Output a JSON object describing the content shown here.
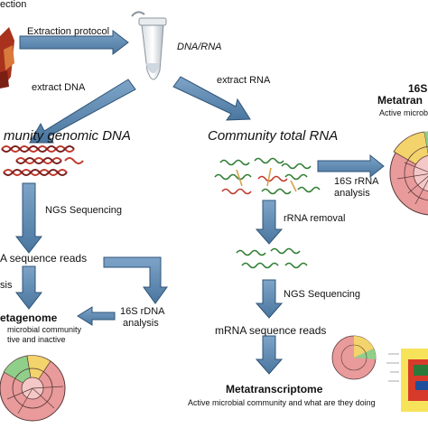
{
  "labels": {
    "collection_partial": "ection",
    "extraction_protocol": "Extraction protocol",
    "dna_rna": "DNA/RNA",
    "extract_dna": "extract DNA",
    "extract_rna": "extract RNA",
    "community_genomic_dna": "munity genomic DNA",
    "community_total_rna": "Community total RNA",
    "rrna_16s_line1": "16S rRNA",
    "rrna_16s_line2": "analysis",
    "ngs_sequencing_left": "NGS Sequencing",
    "rrna_removal": "rRNA removal",
    "ngs_sequencing_right": "NGS Sequencing",
    "dna_sequence_reads": "A sequence reads",
    "analysis_partial_left": "sis",
    "rdna_16s_line1": "16S rDNA",
    "rdna_16s_line2": "analysis",
    "mrna_sequence_reads": "mRNA sequence reads",
    "metagenome_title": "etagenome",
    "metagenome_desc_line1": "microbial community",
    "metagenome_desc_line2": "tive and inactive",
    "metatranscriptome_title": "Metatranscriptome",
    "metatranscriptome_desc": "Active microbial community and what are they doing",
    "right_title_line1": "16S",
    "right_title_line2": "Metatran",
    "right_desc": "Active microbi"
  },
  "colors": {
    "arrow_fill": "#5b86b0",
    "arrow_stroke": "#2f5478",
    "dna_red": "#c0392b",
    "rna_green": "#2e7d32",
    "pie_pink": "#e99a9a",
    "pie_dark": "#5a3a3a"
  }
}
